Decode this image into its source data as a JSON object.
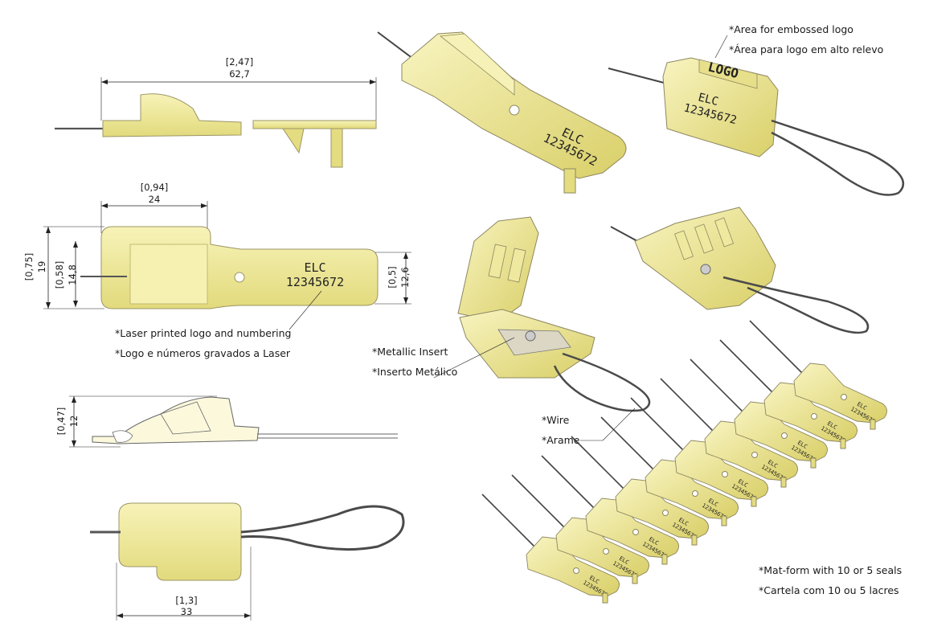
{
  "dimensions": {
    "length_in": "[2,47]",
    "length_mm": "62,7",
    "body_in": "[0,94]",
    "body_mm": "24",
    "height_in": "[0,75]",
    "height_mm": "19",
    "inner_in": "[0,58]",
    "inner_mm": "14,8",
    "tab_in": "[0,5]",
    "tab_mm": "12,6",
    "profile_in": "[0,47]",
    "profile_mm": "12",
    "loop_in": "[1,3]",
    "loop_mm": "33"
  },
  "marking": {
    "company": "ELC",
    "number": "12345672",
    "logo": "LOGO"
  },
  "annotations": {
    "laser_en": "*Laser printed logo and numbering",
    "laser_pt": "*Logo e números gravados a Laser",
    "insert_en": "*Metallic Insert",
    "insert_pt": "*Inserto Metálico",
    "wire_en": "*Wire",
    "wire_pt": "*Arame",
    "emboss_en": "*Area for embossed logo",
    "emboss_pt": "*Área para logo em alto relevo",
    "mat_en": "*Mat-form with 10 or 5 seals",
    "mat_pt": "*Cartela com 10 ou 5 lacres"
  },
  "colors": {
    "plastic": "#f3eea0",
    "plastic_dark": "#d8cf6a",
    "outline": "#8a8a60",
    "wire": "#4a4a4a",
    "line": "#222222"
  }
}
